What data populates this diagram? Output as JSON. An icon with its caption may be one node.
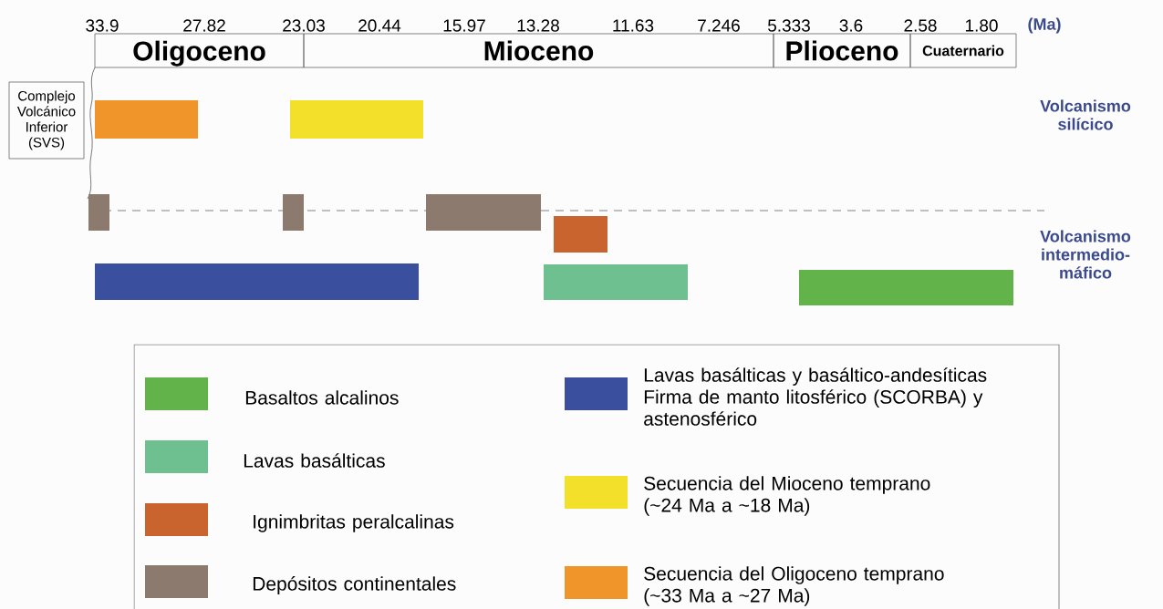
{
  "diagram": {
    "nodes": [
      {
        "text": [
          "Oligoceno"
        ]
      },
      {
        "text": [
          "Mioceno"
        ]
      },
      {
        "text": [
          "Plioceno"
        ]
      },
      {
        "text": [
          "Cuaternario"
        ]
      },
      {
        "text": [
          "Complejo Volcánico Inferior (SVS)"
        ]
      },
      {
        "text": [],
        "shape": "bar"
      },
      {
        "text": [],
        "shape": "bar"
      },
      {
        "text": [],
        "shape": "bar"
      },
      {
        "text": [],
        "shape": "bar"
      },
      {
        "text": [],
        "shape": "bar"
      },
      {
        "text": [],
        "shape": "bar"
      },
      {
        "text": [],
        "shape": "bar"
      },
      {
        "text": [],
        "shape": "bar"
      },
      {
        "text": [],
        "shape": "bar"
      }
    ],
    "labels": [
      "33.9",
      "27.82",
      "23.03",
      "20.44",
      "15.97",
      "13.28",
      "11.63",
      "7.246",
      "5.333",
      "3.6",
      "2.58",
      "1.80",
      "(Ma)",
      "Volcanismo silícico",
      "Volcanismo intermedio-máfico"
    ],
    "legend": [
      {
        "text": "Basaltos alcalinos",
        "color": "#62b34a"
      },
      {
        "text": "Lavas basálticas",
        "color": "#6fc090"
      },
      {
        "text": "Ignimbritas peralcalinas",
        "color": "#c9642e"
      },
      {
        "text": "Depósitos continentales",
        "color": "#8c7a6e"
      },
      {
        "text": "Lavas basálticas y basáltico-andesíticas Firma de manto litosférico (SCORBA) y astenosférico",
        "color": "#3a4f9e"
      },
      {
        "text": "Secuencia del Mioceno temprano (~24 Ma a ~18 Ma)",
        "color": "#f2e02a"
      },
      {
        "text": "Secuencia del Oligoceno temprano (~33 Ma a ~27 Ma)",
        "color": "#f0952a"
      }
    ]
  }
}
